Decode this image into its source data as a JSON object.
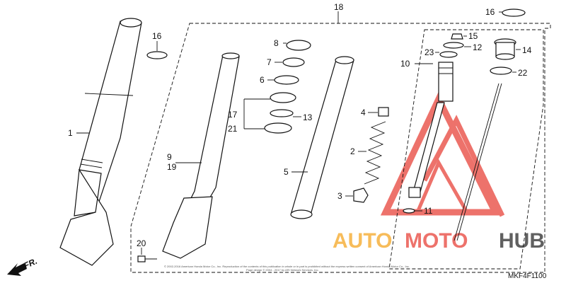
{
  "callouts": {
    "c1": "1",
    "c2": "2",
    "c3": "3",
    "c4": "4",
    "c5": "5",
    "c6": "6",
    "c7": "7",
    "c8": "8",
    "c9": "9",
    "c10": "10",
    "c11": "11",
    "c12": "12",
    "c13": "13",
    "c14": "14",
    "c15": "15",
    "c16a": "16",
    "c16b": "16",
    "c17": "17",
    "c18": "18",
    "c19": "19",
    "c20": "20",
    "c21": "21",
    "c22": "22",
    "c23": "23"
  },
  "direction_label": "FR.",
  "diagram_code": "MKF4F1100",
  "copyright_line1": "© 2002-2016 American Honda Motor Co., Inc. Reproduction of the contents of this publication in whole or in part is prohibited without the express written consent of American Honda Motor Co., Inc.",
  "copyright_line2": "Page design © 2004 - 2017 by ARI Network Services, Inc.",
  "watermark": {
    "text_a": "AUTO",
    "text_b": "MOTO",
    "text_c": "HUB",
    "color_orange": "#f5a623",
    "color_red": "#e8433a",
    "color_dark": "#2b2b2b"
  }
}
